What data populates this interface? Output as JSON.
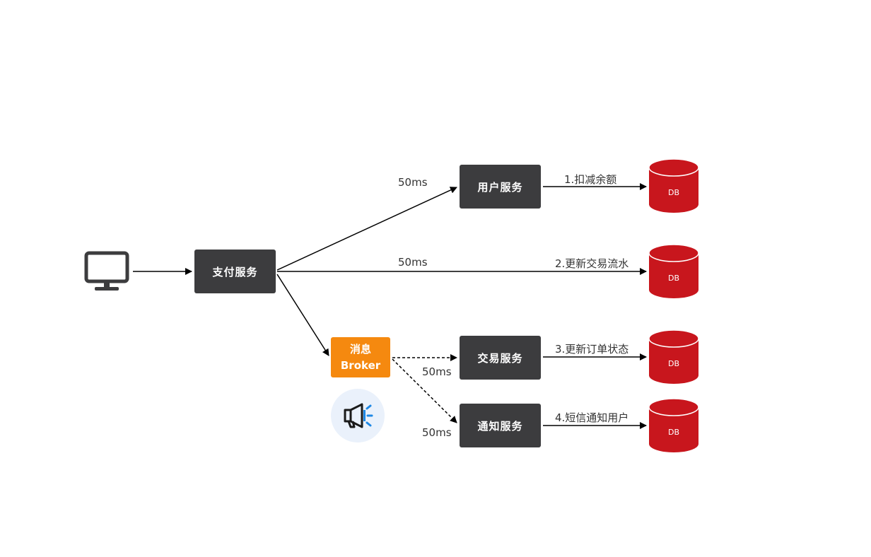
{
  "client": {
    "icon": "monitor-icon"
  },
  "services": {
    "payment": "支付服务",
    "user": "用户服务",
    "trade": "交易服务",
    "notify": "通知服务"
  },
  "broker": {
    "line1": "消息",
    "line2": "Broker",
    "icon": "megaphone-icon"
  },
  "latencies": {
    "user": "50ms",
    "flow": "50ms",
    "trade": "50ms",
    "notify": "50ms"
  },
  "steps": {
    "s1": "1.扣减余额",
    "s2": "2.更新交易流水",
    "s3": "3.更新订单状态",
    "s4": "4.短信通知用户"
  },
  "databases": [
    "DB",
    "DB",
    "DB",
    "DB"
  ],
  "colors": {
    "service_box": "#3c3c3e",
    "broker": "#f5890f",
    "database": "#c8161d",
    "speaker_bg": "#eaf1fb"
  }
}
